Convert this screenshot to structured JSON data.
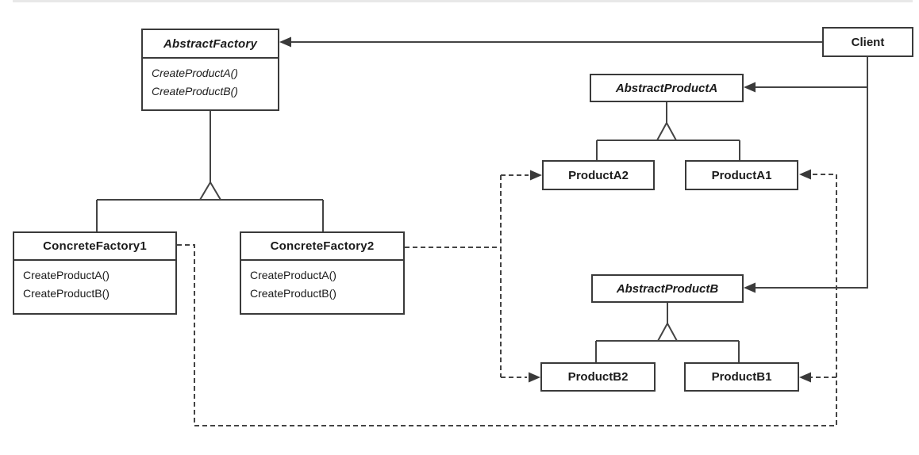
{
  "top_rule_color": "#e8e8e8",
  "line_color": "#444444",
  "classes": {
    "abstract_factory": {
      "name": "AbstractFactory",
      "methods": [
        "CreateProductA()",
        "CreateProductB()"
      ]
    },
    "client": {
      "name": "Client"
    },
    "abstract_product_a": {
      "name": "AbstractProductA"
    },
    "product_a2": {
      "name": "ProductA2"
    },
    "product_a1": {
      "name": "ProductA1"
    },
    "concrete_factory_1": {
      "name": "ConcreteFactory1",
      "methods": [
        "CreateProductA()",
        "CreateProductB()"
      ]
    },
    "concrete_factory_2": {
      "name": "ConcreteFactory2",
      "methods": [
        "CreateProductA()",
        "CreateProductB()"
      ]
    },
    "abstract_product_b": {
      "name": "AbstractProductB"
    },
    "product_b2": {
      "name": "ProductB2"
    },
    "product_b1": {
      "name": "ProductB1"
    }
  },
  "relationships": [
    {
      "from": "Client",
      "to": "AbstractFactory",
      "type": "association-arrow"
    },
    {
      "from": "Client",
      "to": "AbstractProductA",
      "type": "association-arrow"
    },
    {
      "from": "Client",
      "to": "AbstractProductB",
      "type": "association-arrow"
    },
    {
      "from": "ConcreteFactory1",
      "to": "AbstractFactory",
      "type": "inheritance"
    },
    {
      "from": "ConcreteFactory2",
      "to": "AbstractFactory",
      "type": "inheritance"
    },
    {
      "from": "ProductA2",
      "to": "AbstractProductA",
      "type": "inheritance"
    },
    {
      "from": "ProductA1",
      "to": "AbstractProductA",
      "type": "inheritance"
    },
    {
      "from": "ProductB2",
      "to": "AbstractProductB",
      "type": "inheritance"
    },
    {
      "from": "ProductB1",
      "to": "AbstractProductB",
      "type": "inheritance"
    },
    {
      "from": "ConcreteFactory1",
      "to": "ProductA1",
      "type": "dashed-create"
    },
    {
      "from": "ConcreteFactory1",
      "to": "ProductB1",
      "type": "dashed-create"
    },
    {
      "from": "ConcreteFactory2",
      "to": "ProductA2",
      "type": "dashed-create"
    },
    {
      "from": "ConcreteFactory2",
      "to": "ProductB2",
      "type": "dashed-create"
    }
  ]
}
